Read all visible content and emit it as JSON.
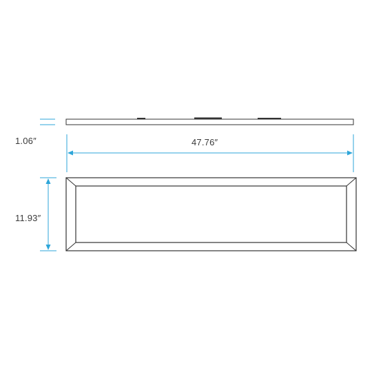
{
  "dimensions": {
    "height_label": "1.06″",
    "width_label": "47.76″",
    "depth_label": "11.93″"
  },
  "colors": {
    "dimension_line": "#2ea6d9",
    "outline": "#333333",
    "text": "#3a3a3a",
    "background": "#ffffff"
  }
}
